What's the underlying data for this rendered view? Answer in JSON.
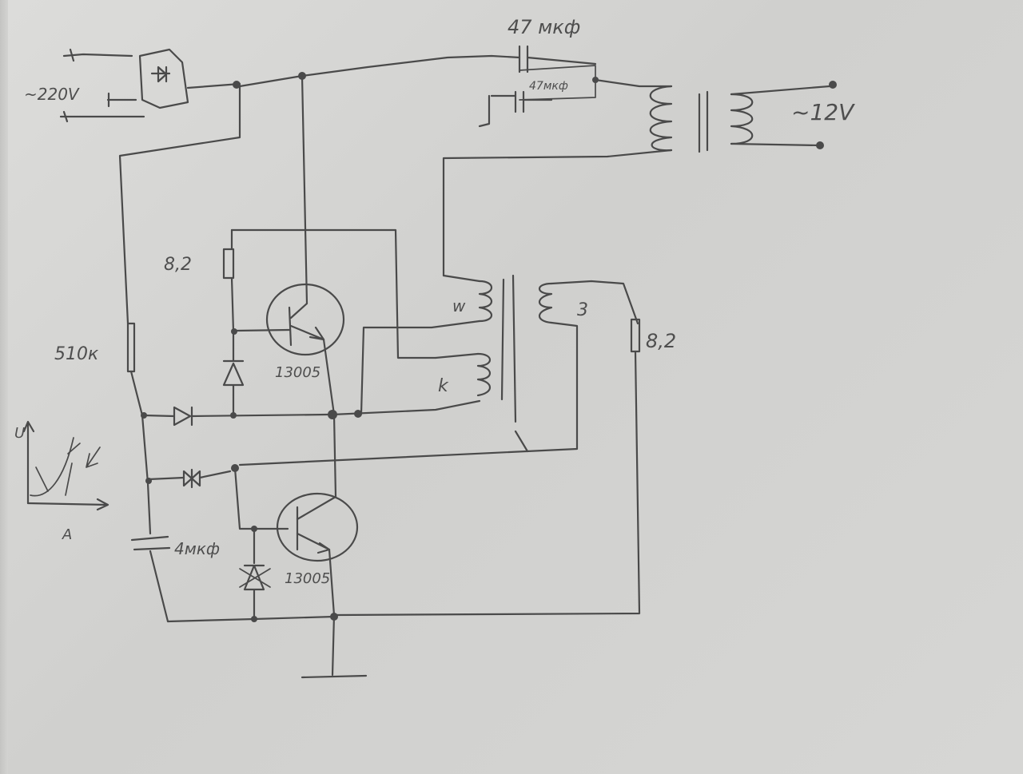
{
  "labels": {
    "mains_voltage": "~220V",
    "cap_top": "47 мкф",
    "cap_top_second": "47мкф",
    "output_voltage": "~12V",
    "r_base_top": "8,2",
    "r_left": "510к",
    "transistor_top": "13005",
    "transistor_bottom": "13005",
    "cap_bottom": "4мкф",
    "winding_1": "w",
    "winding_2": "k",
    "winding_3": "3",
    "r_right": "8,2",
    "diac_axis_v": "U",
    "diac_axis_a": "A"
  }
}
